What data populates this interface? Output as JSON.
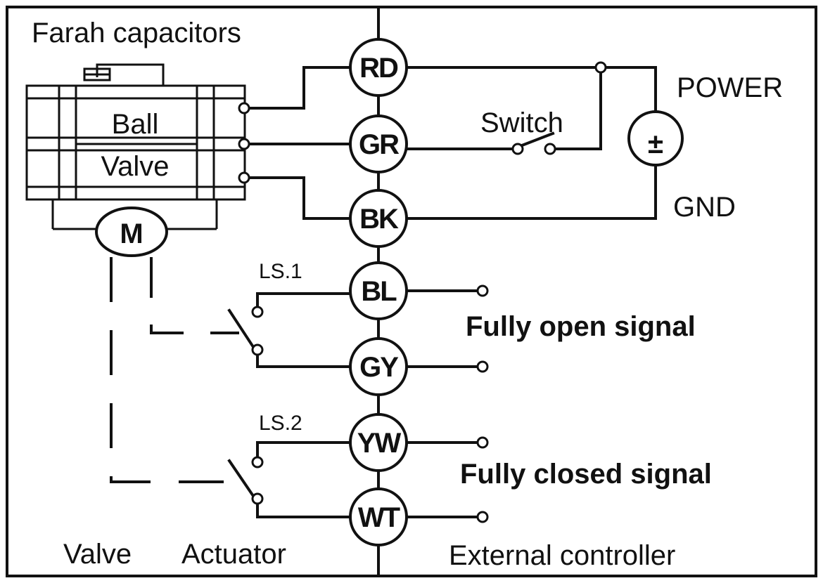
{
  "valve_label": "Farah capacitors",
  "ball_label": "Ball",
  "valve_word": "Valve",
  "motor_label": "M",
  "switch_label": "Switch",
  "power_label": "POWER",
  "gnd_label": "GND",
  "power_symbol": "±",
  "ls1_label": "LS.1",
  "ls2_label": "LS.2",
  "open_signal_label": "Fully open signal",
  "closed_signal_label": "Fully closed signal",
  "footer": {
    "valve": "Valve",
    "actuator": "Actuator",
    "controller": "External controller"
  },
  "terminals": [
    "RD",
    "GR",
    "BK",
    "BL",
    "GY",
    "YW",
    "WT"
  ]
}
